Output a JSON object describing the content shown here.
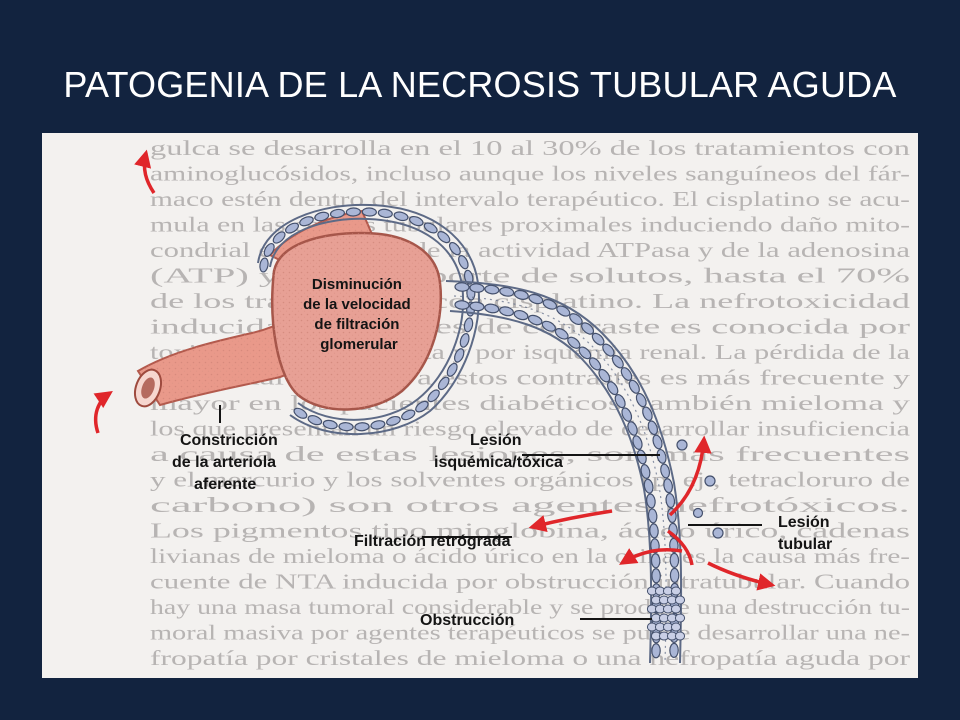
{
  "slide": {
    "title": "PATOGENIA DE LA NECROSIS TUBULAR AGUDA"
  },
  "diagram": {
    "labels": {
      "glomerulus": [
        "Disminución",
        "de la velocidad",
        "de filtración",
        "glomerular"
      ],
      "afferent": [
        "Constricción",
        "de la arteriola",
        "aferente"
      ],
      "injury": [
        "Lesión",
        "isquémica/tóxica"
      ],
      "tubular": [
        "Lesión",
        "tubular"
      ],
      "backleak": "Filtración retrógrada",
      "obstruction": "Obstrucción"
    },
    "colors": {
      "vessel": "#e9998a",
      "vessel_dark": "#c96a5c",
      "glomerulus": "#e7a095",
      "tubule_cell": "#aab6d6",
      "arrow": "#e0262a"
    },
    "background_text": [
      "gulca se desarrolla en el 10 al 30% de los tratamientos con",
      "aminoglucósidos, incluso aunque los niveles sanguíneos del fár-",
      "maco estén dentro del intervalo terapéutico. El cisplatino se acu-",
      "mula en las células tubulares proximales induciendo daño mito-",
      "condrial e inhibición de la actividad ATPasa y de la adenosina",
      "(ATP) y del transporte de solutos, hasta el 70%",
      "de los tratamientos con cisplatino. La nefrotoxicidad",
      "inducida por agentes de contraste es conocida por",
      "toxicidad tubular directa y por isquemia renal. La pérdida de la",
      "ción renal asociada a estos contrastes es más frecuente y",
      "mayor en los pacientes diabéticos, también mieloma y",
      "los que presentan un riesgo elevado de desarrollar insuficiencia",
      "a causa de estas lesiones, son más frecuentes",
      "y el mercurio y los solventes orgánicos (p. ej., tetracloruro de",
      "carbono) son otros agentes nefrotóxicos.",
      "Los pigmentos tipo mioglobina, ácido úrico, cadenas",
      "livianas de mieloma o ácido úrico en la orina es la causa más fre-",
      "cuente de NTA inducida por obstrucción intratubular. Cuando",
      "hay una masa tumoral considerable y se produce una destrucción tu-",
      "moral masiva por agentes terapéuticos se puede desarrollar una ne-",
      "fropatía por cristales de mieloma o una nefropatía aguda por"
    ]
  }
}
